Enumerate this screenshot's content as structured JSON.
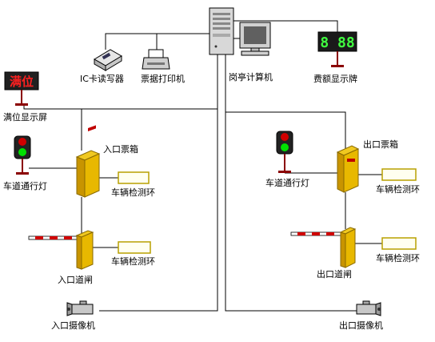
{
  "colors": {
    "wire": "#000000",
    "gate_yellow": "#E8B800",
    "gate_dark": "#C89400",
    "sensor_fill": "#FFFFF0",
    "sensor_border": "#B8A000",
    "led_green": "#00E000",
    "led_red": "#D00000",
    "display_red_text": "#FF2020",
    "display_green_digits": "#40FF40",
    "stand": "#8B0000"
  },
  "labels": {
    "ic_reader": "IC卡读写器",
    "ticket_printer": "票据打印机",
    "booth_computer": "岗亭计算机",
    "fee_display": "费额显示牌",
    "full_display": "满位显示屏",
    "entry_ticket_box": "入口票箱",
    "exit_ticket_box": "出口票箱",
    "lane_light_left": "车道通行灯",
    "lane_light_right": "车道通行灯",
    "detector_entry_box": "车辆检测环",
    "detector_entry_gate": "车辆检测环",
    "detector_exit_box": "车辆检测环",
    "detector_exit_gate": "车辆检测环",
    "entry_barrier": "入口道闸",
    "exit_barrier": "出口道闸",
    "entry_camera": "入口摄像机",
    "exit_camera": "出口摄像机"
  },
  "screens": {
    "full_display_text": "满位",
    "fee_display_digits": "8 88"
  }
}
